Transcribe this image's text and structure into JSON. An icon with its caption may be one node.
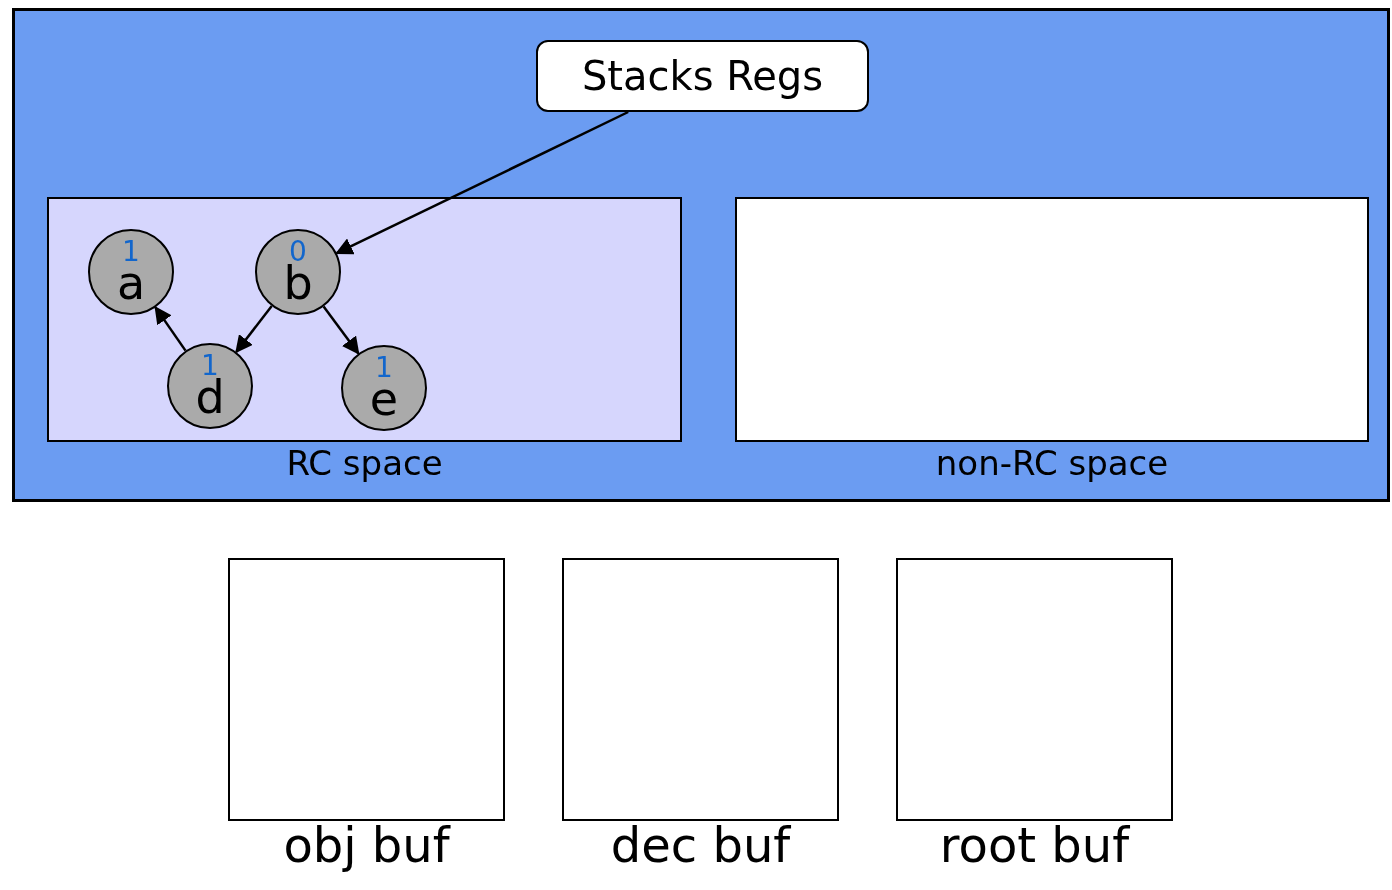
{
  "diagram": {
    "nodes": [
      {
        "text": [],
        "shape": "box"
      },
      {
        "text": [
          "Stacks Regs"
        ],
        "in": 0
      },
      {
        "text": [
          "RC space"
        ],
        "in": 0
      },
      {
        "text": [
          "1",
          "a"
        ],
        "in": 2
      },
      {
        "text": [
          "0",
          "b"
        ],
        "in": 2
      },
      {
        "text": [
          "1",
          "d"
        ],
        "in": 2
      },
      {
        "text": [
          "1",
          "e"
        ],
        "in": 2
      },
      {
        "text": [
          "non-RC space"
        ],
        "in": 0
      },
      {
        "text": [
          "obj buf"
        ]
      },
      {
        "text": [
          "dec buf"
        ]
      },
      {
        "text": [
          "root buf"
        ]
      }
    ],
    "edges": [
      {
        "from": 1,
        "to": 4,
        "arrow": "to"
      },
      {
        "from": 4,
        "to": 5,
        "arrow": "to"
      },
      {
        "from": 4,
        "to": 6,
        "arrow": "to"
      },
      {
        "from": 5,
        "to": 3,
        "arrow": "to"
      }
    ]
  }
}
